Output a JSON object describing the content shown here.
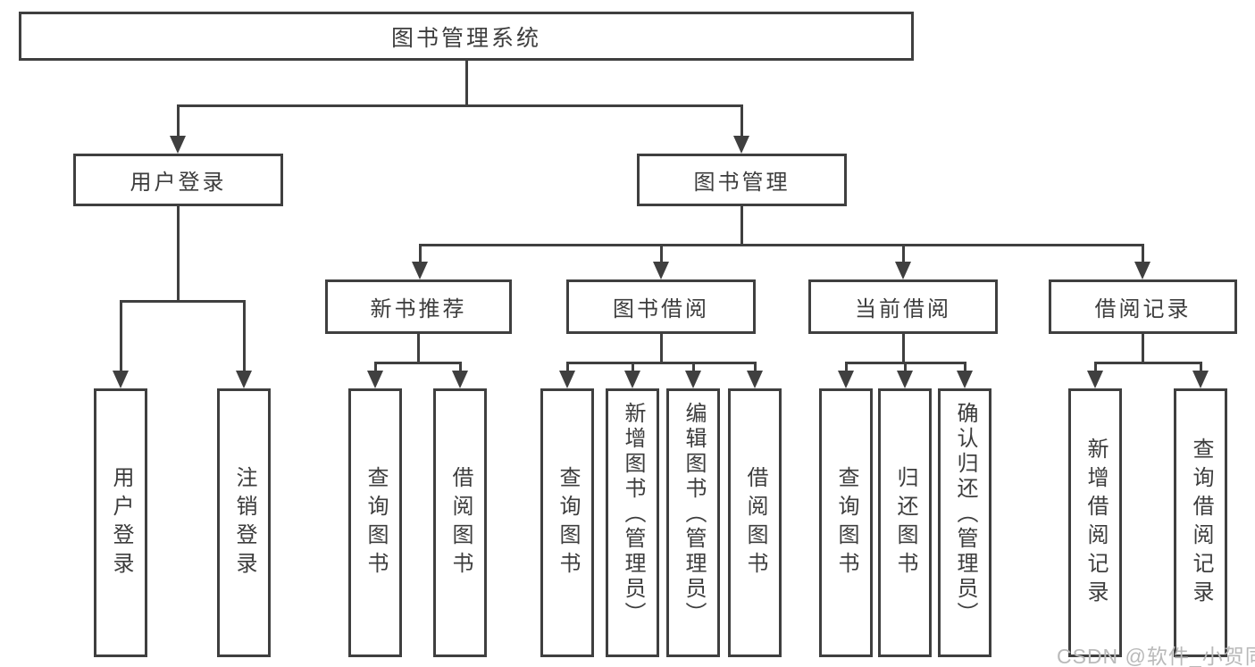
{
  "diagram": {
    "title": "图书管理系统",
    "level2": [
      {
        "label": "用户登录"
      },
      {
        "label": "图书管理"
      }
    ],
    "level3": [
      {
        "label": "新书推荐"
      },
      {
        "label": "图书借阅"
      },
      {
        "label": "当前借阅"
      },
      {
        "label": "借阅记录"
      }
    ],
    "leaves": [
      {
        "label": "用户登录"
      },
      {
        "label": "注销登录"
      },
      {
        "label": "查询图书"
      },
      {
        "label": "借阅图书"
      },
      {
        "label": "查询图书"
      },
      {
        "label": "新增图书（管理员）"
      },
      {
        "label": "编辑图书（管理员）"
      },
      {
        "label": "借阅图书"
      },
      {
        "label": "查询图书"
      },
      {
        "label": "归还图书"
      },
      {
        "label": "确认归还（管理员）"
      },
      {
        "label": "新增借阅记录"
      },
      {
        "label": "查询借阅记录"
      }
    ],
    "watermark": "CSDN @软件_小贺同学",
    "colors": {
      "line": "#3f3f3f",
      "text": "#3d3d3d",
      "watermark": "#b9b9b9",
      "background": "#ffffff"
    }
  }
}
